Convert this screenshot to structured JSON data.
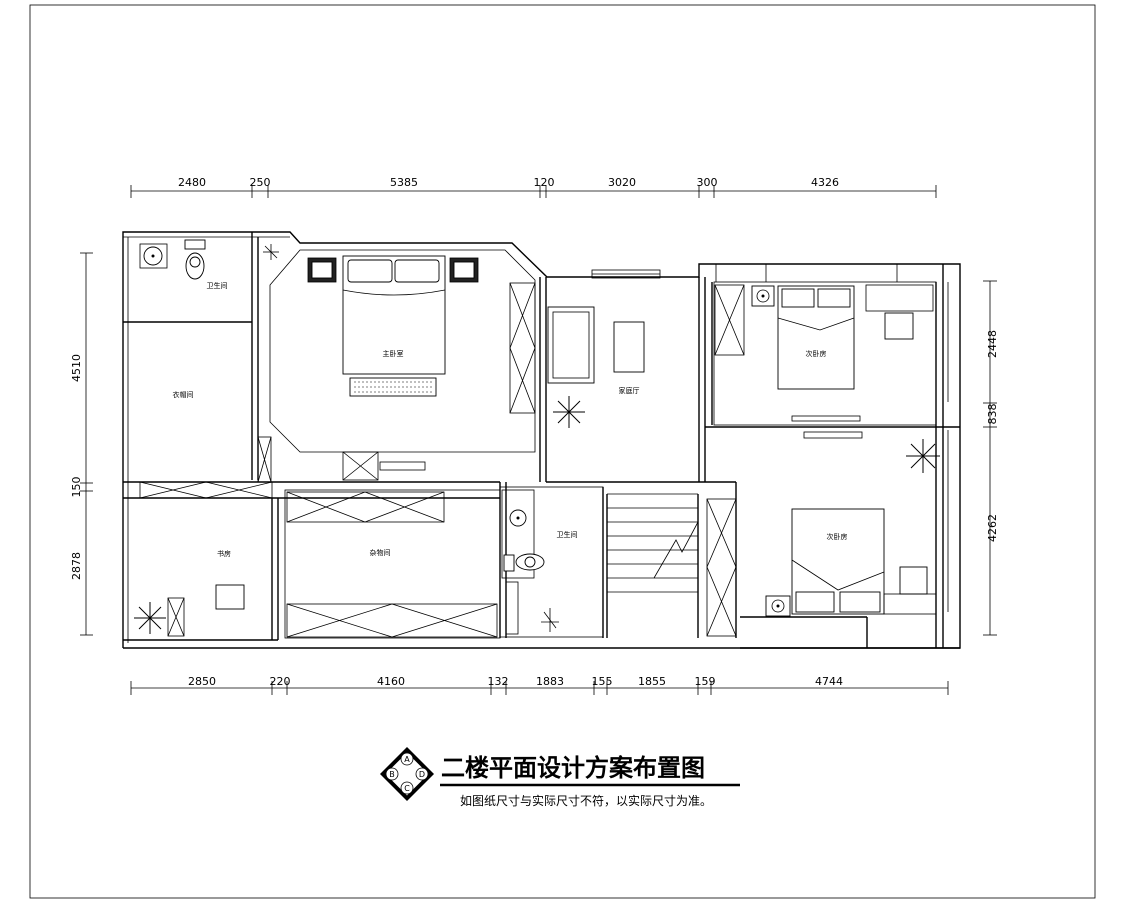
{
  "title": "二楼平面设计方案布置图",
  "note": "如图纸尺寸与实际尺寸不符，以实际尺寸为准。",
  "compass_letters": [
    "A",
    "B",
    "C",
    "D"
  ],
  "dimensions": {
    "top": [
      "2480",
      "250",
      "5385",
      "120",
      "3020",
      "300",
      "4326"
    ],
    "bottom": [
      "2850",
      "220",
      "4160",
      "132",
      "1883",
      "155",
      "1855",
      "159",
      "4744"
    ],
    "left": [
      "4510",
      "150",
      "2878"
    ],
    "right": [
      "2448",
      "838",
      "4262"
    ]
  },
  "rooms": {
    "bath_master": "卫生间",
    "walk_in": "衣帽间",
    "master_bedroom": "主卧室",
    "family_room": "家庭厅",
    "bedroom_right_top": "次卧房",
    "study": "书房",
    "storage": "杂物间",
    "bath_public": "卫生间",
    "bedroom_right_bottom": "次卧房"
  }
}
